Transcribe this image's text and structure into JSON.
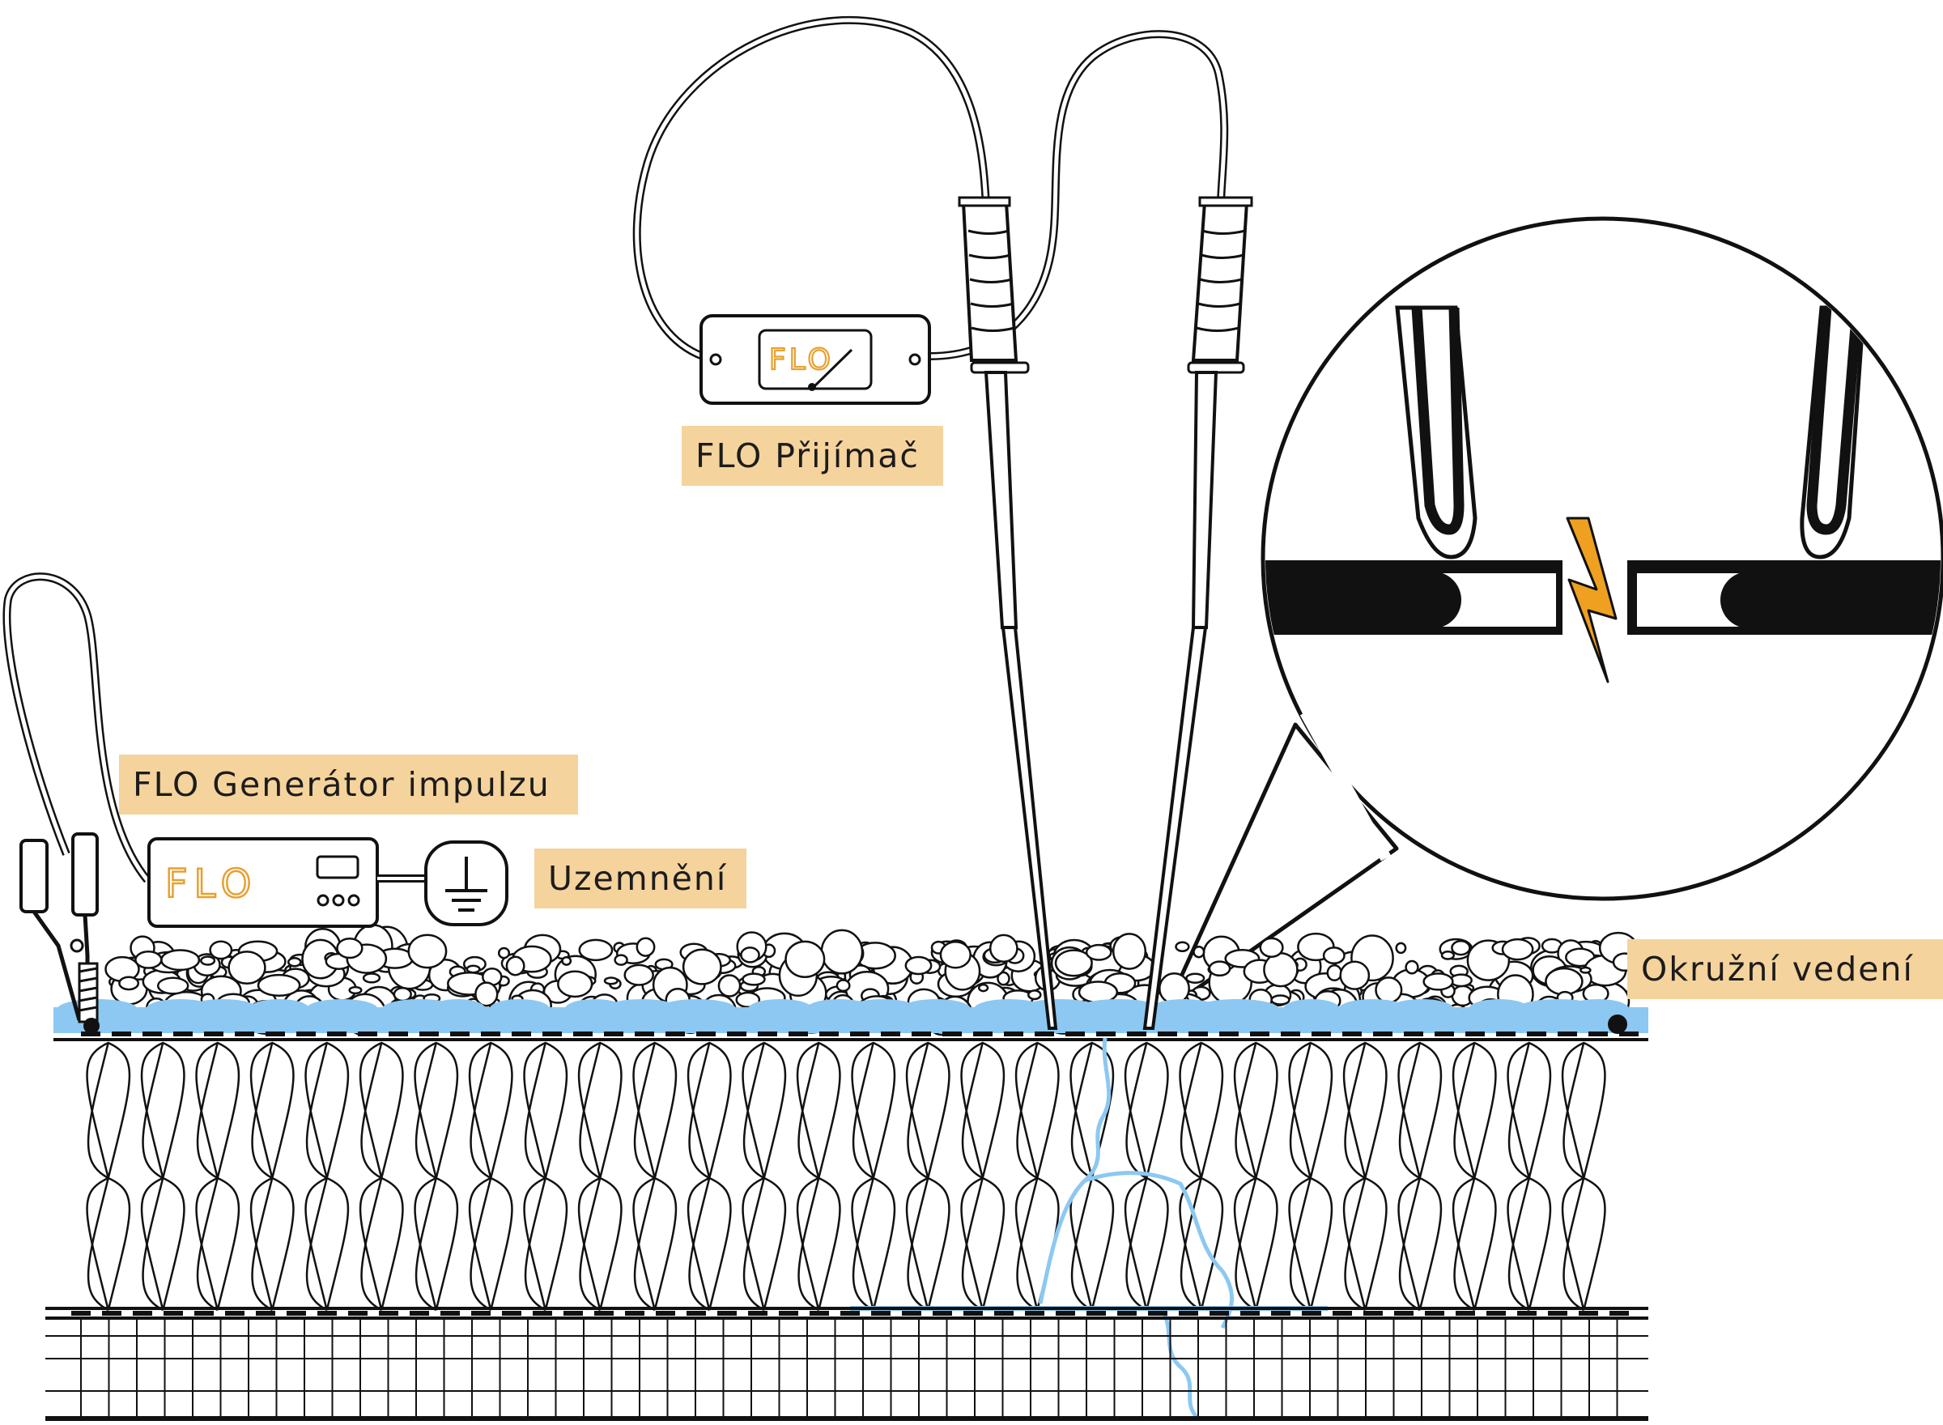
{
  "labels": {
    "receiver": "FLO Přijímač",
    "generator": "FLO Generátor impulzu",
    "ground": "Uzemnění",
    "ring_line": "Okružní vedení"
  },
  "devices": {
    "generator_logo": "FLO",
    "receiver_logo": "FLO"
  },
  "colors": {
    "label_background": "#f5d39c",
    "water": "#8cc8f2",
    "flo_logo": "#e8a030",
    "spark": "#f0a020",
    "line": "#111111"
  },
  "icons": [
    "clamp-icon",
    "ground-icon",
    "probe-icon",
    "spark-icon",
    "meter-needle-icon"
  ]
}
